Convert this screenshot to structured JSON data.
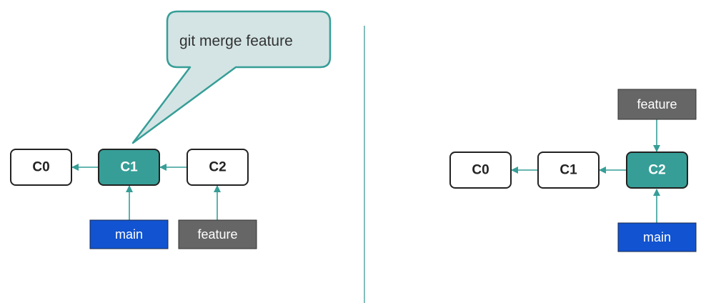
{
  "colors": {
    "accent": "#369e97",
    "divider": "#5aa9a4",
    "main_branch": "#1153d0",
    "feature_branch": "#666666",
    "callout_fill": "#d4e4e4",
    "commit_border": "#222222"
  },
  "before": {
    "callout": "git merge feature",
    "commits": [
      {
        "label": "C0",
        "highlighted": false
      },
      {
        "label": "C1",
        "highlighted": true
      },
      {
        "label": "C2",
        "highlighted": false
      }
    ],
    "branches": {
      "main": "main",
      "feature": "feature"
    }
  },
  "after": {
    "commits": [
      {
        "label": "C0",
        "highlighted": false
      },
      {
        "label": "C1",
        "highlighted": false
      },
      {
        "label": "C2",
        "highlighted": true
      }
    ],
    "branches": {
      "main": "main",
      "feature": "feature"
    }
  }
}
